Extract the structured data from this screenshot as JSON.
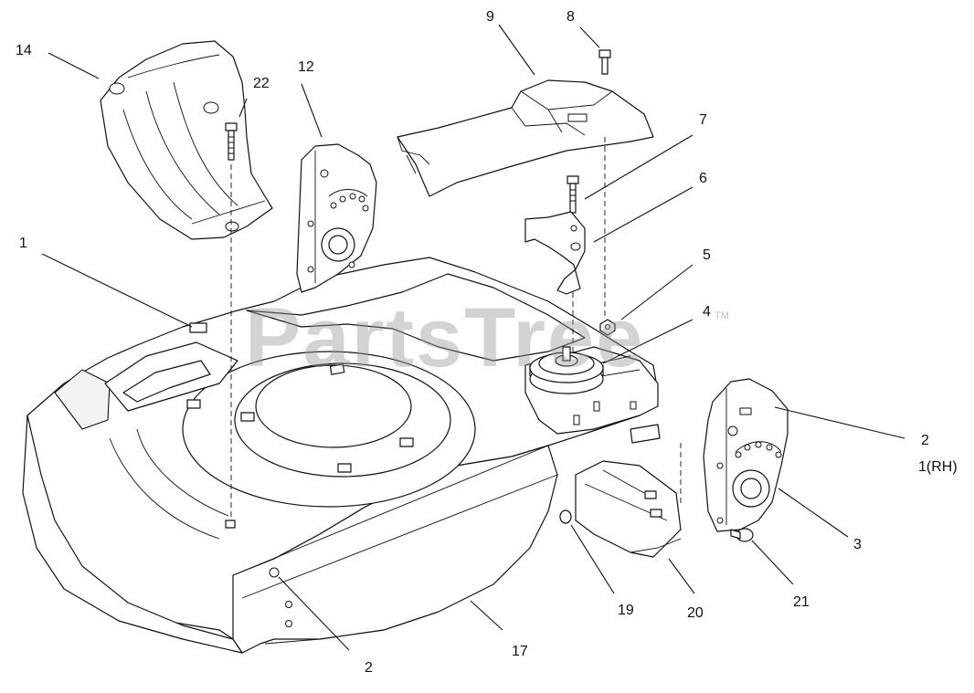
{
  "diagram": {
    "watermark": {
      "text": "PartsTree",
      "tm": "TM"
    },
    "callouts": [
      {
        "id": "c14",
        "label": "14"
      },
      {
        "id": "c22",
        "label": "22"
      },
      {
        "id": "c12",
        "label": "12"
      },
      {
        "id": "c9",
        "label": "9"
      },
      {
        "id": "c8",
        "label": "8"
      },
      {
        "id": "c7",
        "label": "7"
      },
      {
        "id": "c6",
        "label": "6"
      },
      {
        "id": "c1",
        "label": "1"
      },
      {
        "id": "c5",
        "label": "5"
      },
      {
        "id": "c4",
        "label": "4"
      },
      {
        "id": "c2a",
        "label": "2"
      },
      {
        "id": "c1rh",
        "label": "1(RH)"
      },
      {
        "id": "c3",
        "label": "3"
      },
      {
        "id": "c21",
        "label": "21"
      },
      {
        "id": "c20",
        "label": "20"
      },
      {
        "id": "c19",
        "label": "19"
      },
      {
        "id": "c17",
        "label": "17"
      },
      {
        "id": "c2b",
        "label": "2"
      }
    ],
    "parts": [
      {
        "ref": "14",
        "icon": "rear-baffle-icon"
      },
      {
        "ref": "22",
        "icon": "bolt-icon"
      },
      {
        "ref": "12",
        "icon": "height-adjuster-plate-icon"
      },
      {
        "ref": "9",
        "icon": "belt-cover-icon"
      },
      {
        "ref": "8",
        "icon": "bolt-icon"
      },
      {
        "ref": "7",
        "icon": "bolt-icon"
      },
      {
        "ref": "6",
        "icon": "bracket-icon"
      },
      {
        "ref": "5",
        "icon": "nut-icon"
      },
      {
        "ref": "4",
        "icon": "pulley-icon"
      },
      {
        "ref": "3",
        "icon": "height-adjuster-plate-icon"
      },
      {
        "ref": "21",
        "icon": "screw-icon"
      },
      {
        "ref": "20",
        "icon": "rear-shield-icon"
      },
      {
        "ref": "19",
        "icon": "nut-icon"
      },
      {
        "ref": "17",
        "icon": "mower-deck-icon"
      },
      {
        "ref": "1",
        "icon": "clip-icon"
      },
      {
        "ref": "2",
        "icon": "plug-icon"
      }
    ]
  }
}
